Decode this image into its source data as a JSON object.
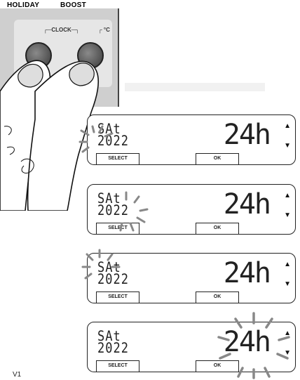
{
  "device": {
    "holiday_label": "HOLIDAY",
    "boost_label": "BOOST",
    "clock_label": "CLOCK",
    "temp_label": "°C"
  },
  "screens": [
    {
      "day": "SAt",
      "year": "2022",
      "time": "24h",
      "select_label": "SELECT",
      "ok_label": "OK",
      "flashing": "year"
    },
    {
      "day": "SAt",
      "year": "2022",
      "time": "24h",
      "select_label": "SELECT",
      "ok_label": "OK",
      "flashing": "year"
    },
    {
      "day": "SAt",
      "year": "2022",
      "time": "24h",
      "select_label": "SELECT",
      "ok_label": "OK",
      "flashing": "day"
    },
    {
      "day": "SAt",
      "year": "2022",
      "time": "24h",
      "select_label": "SELECT",
      "ok_label": "OK",
      "flashing": "time"
    }
  ],
  "footer": {
    "version": "V1"
  },
  "icons": [
    "up-arrow-icon",
    "down-arrow-icon",
    "flash-burst-icon",
    "finger-icon"
  ]
}
